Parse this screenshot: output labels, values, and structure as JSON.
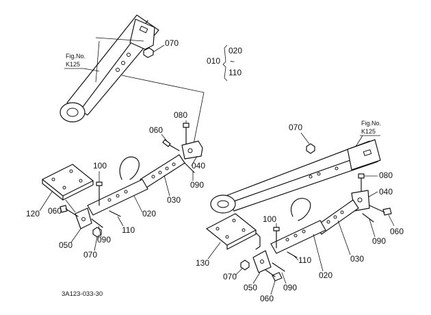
{
  "figure": {
    "drawing_code": "3A123-033-30",
    "range_label": {
      "start": "010",
      "from": "020",
      "tilde": "~",
      "to": "110"
    },
    "fig_refs": [
      {
        "title": "Fig.No.",
        "number": "K125"
      },
      {
        "title": "Fig.No.",
        "number": "K125"
      }
    ]
  },
  "left_assembly": {
    "labels": {
      "p070_top": "070",
      "p080": "080",
      "p060_top": "060",
      "p040": "040",
      "p100": "100",
      "p090_right": "090",
      "p030": "030",
      "p120": "120",
      "p020": "020",
      "p060_bottom": "060",
      "p110": "110",
      "p050": "050",
      "p090_bottom": "090",
      "p070_bottom": "070"
    }
  },
  "right_assembly": {
    "labels": {
      "p070_top": "070",
      "p080": "080",
      "p040": "040",
      "p100": "100",
      "p090_right": "090",
      "p060_right": "060",
      "p030": "030",
      "p130": "130",
      "p110": "110",
      "p020": "020",
      "p070_bottom": "070",
      "p050": "050",
      "p090_bottom": "090",
      "p060_bottom": "060"
    }
  }
}
